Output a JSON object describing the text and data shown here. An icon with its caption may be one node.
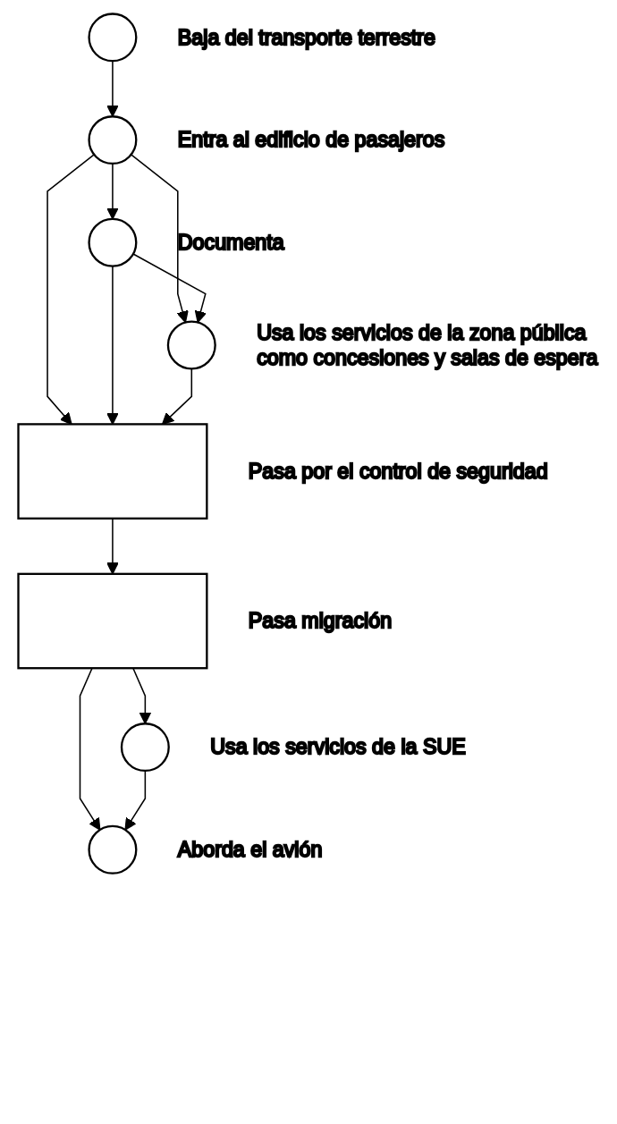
{
  "diagram": {
    "nodes": [
      {
        "text": [],
        "shape": "circle",
        "beside": [
          "Baja del transporte terrestre"
        ]
      },
      {
        "text": [],
        "shape": "circle",
        "beside": [
          "Entra al edificio de pasajeros"
        ]
      },
      {
        "text": [],
        "shape": "circle",
        "beside": [
          "Documenta"
        ]
      },
      {
        "text": [],
        "shape": "circle",
        "beside": [
          "Usa los servicios de la zona pública como concesiones y salas de espera"
        ]
      },
      {
        "text": [],
        "shape": "box",
        "beside": [
          "Pasa por el control de seguridad"
        ]
      },
      {
        "text": [],
        "shape": "box",
        "beside": [
          "Pasa migración"
        ]
      },
      {
        "text": [],
        "shape": "circle",
        "beside": [
          "Usa los servicios de la SUE"
        ]
      },
      {
        "text": [],
        "shape": "circle",
        "beside": [
          "Aborda el avión"
        ]
      }
    ],
    "edges": [
      {
        "from": 0,
        "to": 1,
        "arrow": "to"
      },
      {
        "from": 1,
        "to": 2,
        "arrow": "to"
      },
      {
        "from": 1,
        "to": 3,
        "arrow": "to"
      },
      {
        "from": 1,
        "to": 4,
        "arrow": "to"
      },
      {
        "from": 2,
        "to": 3,
        "arrow": "to"
      },
      {
        "from": 2,
        "to": 4,
        "arrow": "to"
      },
      {
        "from": 3,
        "to": 4,
        "arrow": "to"
      },
      {
        "from": 4,
        "to": 5,
        "arrow": "to"
      },
      {
        "from": 5,
        "to": 6,
        "arrow": "to"
      },
      {
        "from": 5,
        "to": 7,
        "arrow": "to"
      },
      {
        "from": 6,
        "to": 7,
        "arrow": "to"
      }
    ]
  }
}
